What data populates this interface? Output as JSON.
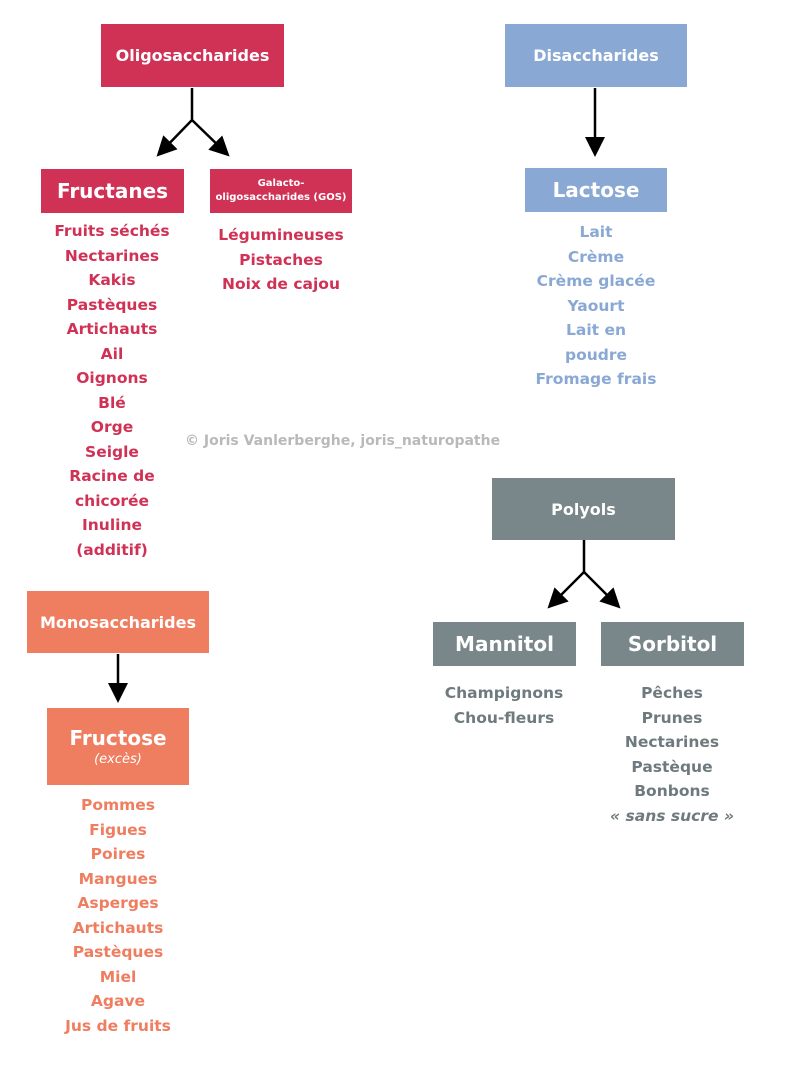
{
  "watermark": "© Joris Vanlerberghe, joris_naturopathe",
  "oligo": {
    "title": "Oligosaccharides",
    "fructanes": {
      "title": "Fructanes",
      "items": [
        "Fruits séchés",
        "Nectarines",
        "Kakis",
        "Pastèques",
        "Artichauts",
        "Ail",
        "Oignons",
        "Blé",
        "Orge",
        "Seigle",
        "Racine de",
        "chicorée",
        "Inuline",
        "(additif)"
      ]
    },
    "gos": {
      "title_line1": "Galacto-",
      "title_line2": "oligosaccharides (GOS)",
      "items": [
        "Légumineuses",
        "Pistaches",
        "Noix de cajou"
      ]
    }
  },
  "di": {
    "title": "Disaccharides",
    "lactose": {
      "title": "Lactose",
      "items": [
        "Lait",
        "Crème",
        "Crème glacée",
        "Yaourt",
        "Lait en",
        "poudre",
        "Fromage frais"
      ]
    }
  },
  "poly": {
    "title": "Polyols",
    "mannitol": {
      "title": "Mannitol",
      "items": [
        "Champignons",
        "Chou-fleurs"
      ]
    },
    "sorbitol": {
      "title": "Sorbitol",
      "items": [
        "Pêches",
        "Prunes",
        "Nectarines",
        "Pastèque",
        "Bonbons"
      ],
      "note": "« sans sucre »"
    }
  },
  "mono": {
    "title": "Monosaccharides",
    "fructose": {
      "title": "Fructose",
      "subtitle": "(excès)",
      "items": [
        "Pommes",
        "Figues",
        "Poires",
        "Mangues",
        "Asperges",
        "Artichauts",
        "Pastèques",
        "Miel",
        "Agave",
        "Jus de fruits"
      ]
    }
  },
  "colors": {
    "oligo": "#d03256",
    "di": "#8aa8d4",
    "poly": "#79868a",
    "mono": "#ef7d60"
  }
}
